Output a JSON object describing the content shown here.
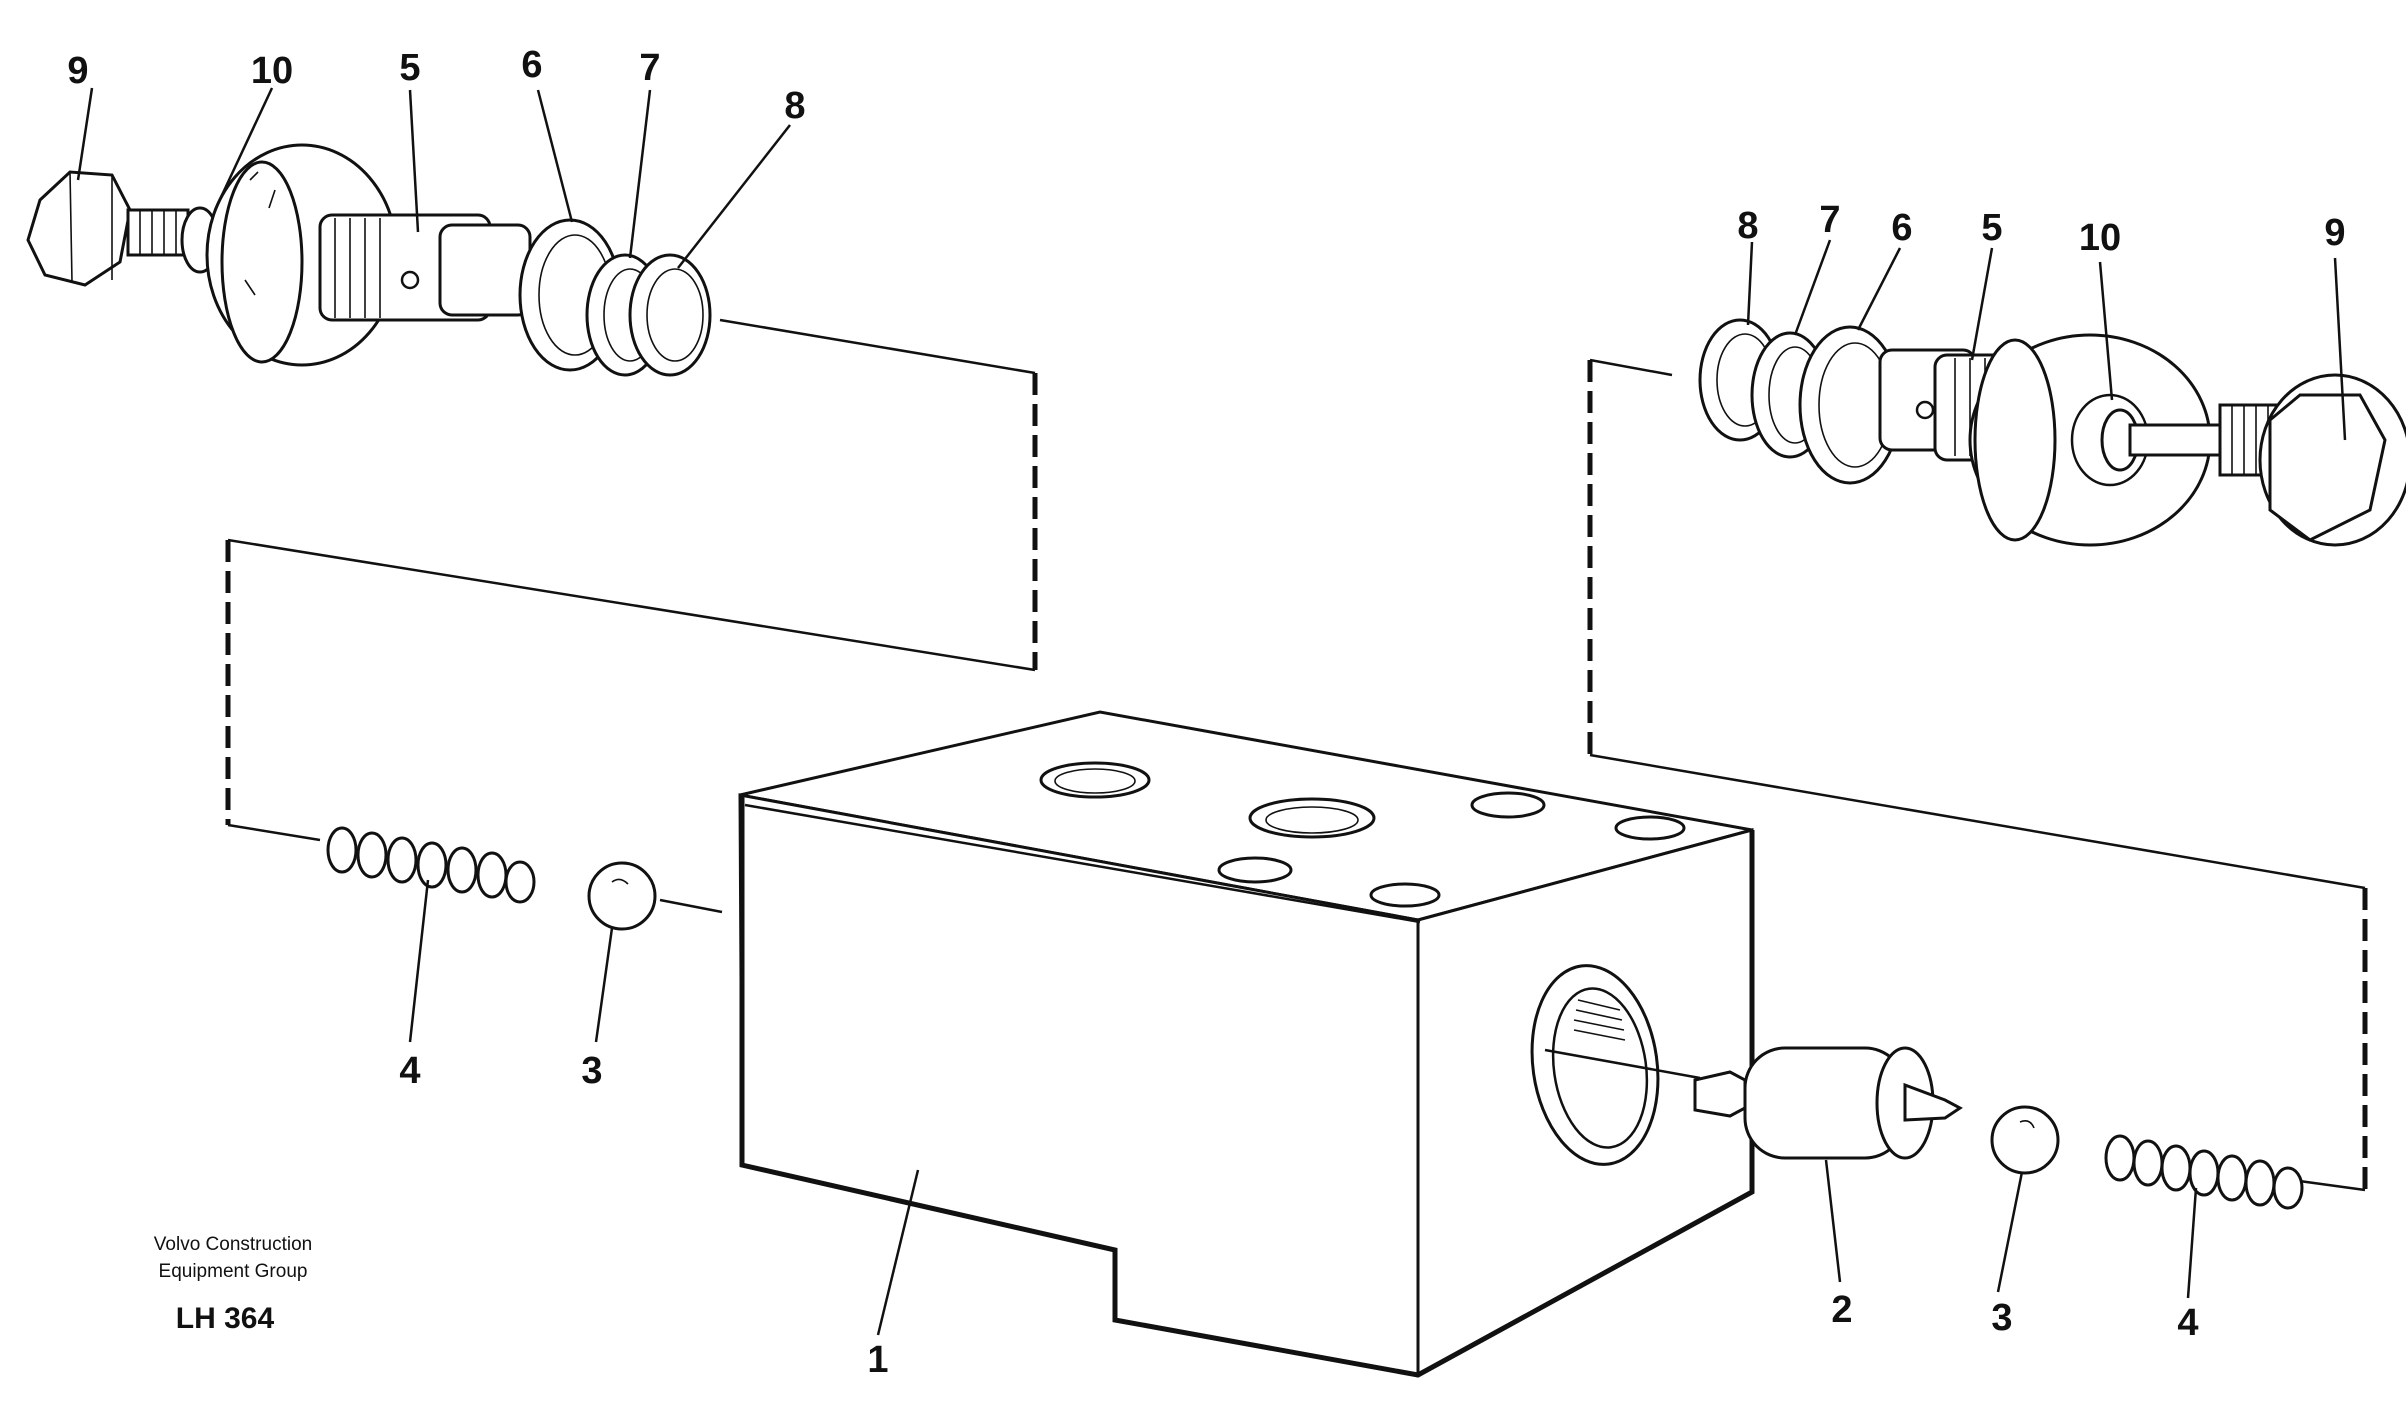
{
  "diagram": {
    "left_assembly_labels": [
      "9",
      "10",
      "5",
      "6",
      "7",
      "8"
    ],
    "right_assembly_labels": [
      "8",
      "7",
      "6",
      "5",
      "10",
      "9"
    ],
    "left_lower_labels": [
      "4",
      "3"
    ],
    "block_labels": [
      "1",
      "2",
      "3",
      "4"
    ]
  },
  "credit": {
    "line1": "Volvo Construction",
    "line2": "Equipment Group",
    "code": "LH 364"
  }
}
